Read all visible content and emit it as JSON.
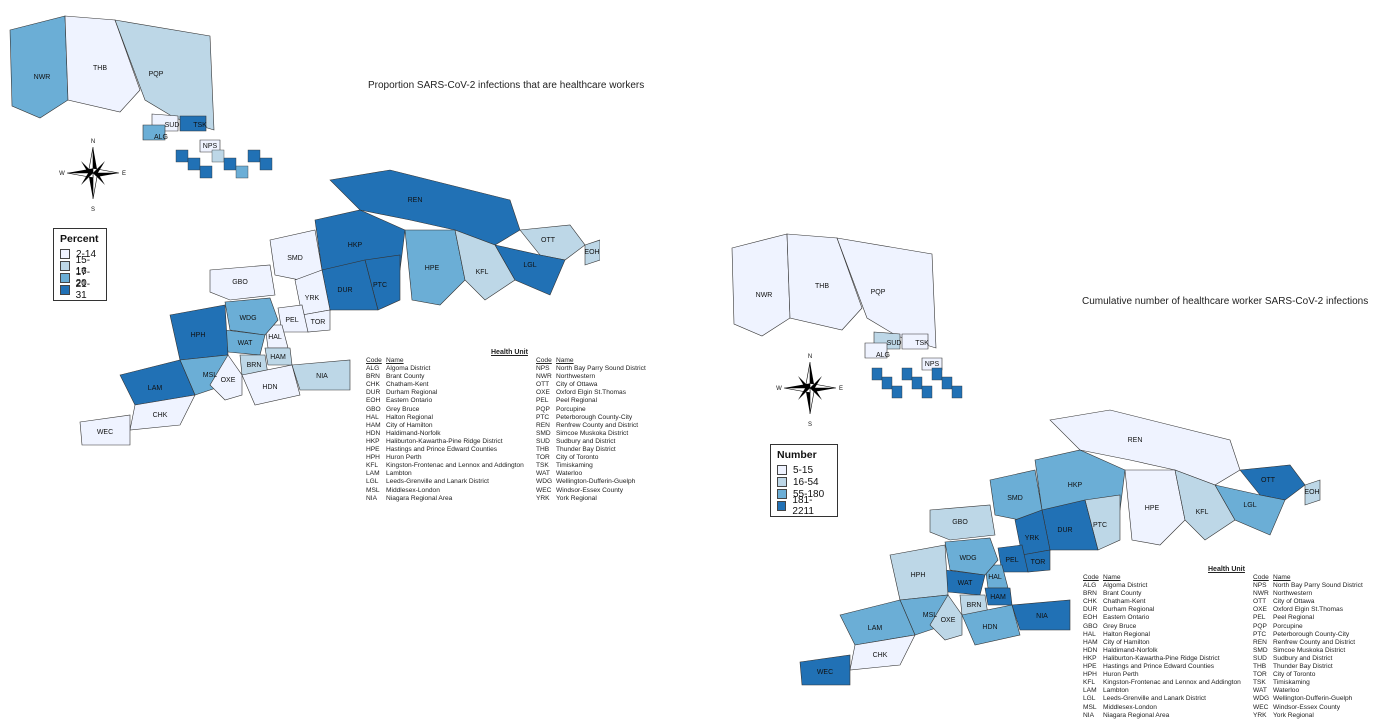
{
  "left": {
    "title": "Proportion SARS-CoV-2 infections that are healthcare workers",
    "legend": {
      "title": "Percent",
      "items": [
        {
          "label": "2-14",
          "color": "#eff3ff"
        },
        {
          "label": "15-16",
          "color": "#bdd7e7"
        },
        {
          "label": "17-20",
          "color": "#6baed6"
        },
        {
          "label": "21-31",
          "color": "#2171b5"
        }
      ]
    },
    "regions": [
      {
        "code": "NWR",
        "class": 3
      },
      {
        "code": "THB",
        "class": 1
      },
      {
        "code": "PQP",
        "class": 2
      },
      {
        "code": "SUD",
        "class": 1
      },
      {
        "code": "TSK",
        "class": 4
      },
      {
        "code": "ALG",
        "class": 3
      },
      {
        "code": "NPS",
        "class": 1
      },
      {
        "code": "REN",
        "class": 4
      },
      {
        "code": "OTT",
        "class": 2
      },
      {
        "code": "EOH",
        "class": 2
      },
      {
        "code": "HKP",
        "class": 4
      },
      {
        "code": "PTC",
        "class": 4
      },
      {
        "code": "HPE",
        "class": 3
      },
      {
        "code": "KFL",
        "class": 2
      },
      {
        "code": "LGL",
        "class": 4
      },
      {
        "code": "SMD",
        "class": 1
      },
      {
        "code": "GBO",
        "class": 1
      },
      {
        "code": "DUR",
        "class": 4
      },
      {
        "code": "YRK",
        "class": 1
      },
      {
        "code": "TOR",
        "class": 1
      },
      {
        "code": "PEL",
        "class": 1
      },
      {
        "code": "HAL",
        "class": 1
      },
      {
        "code": "WDG",
        "class": 3
      },
      {
        "code": "WAT",
        "class": 3
      },
      {
        "code": "HPH",
        "class": 4
      },
      {
        "code": "HAM",
        "class": 2
      },
      {
        "code": "BRN",
        "class": 2
      },
      {
        "code": "NIA",
        "class": 2
      },
      {
        "code": "MSL",
        "class": 3
      },
      {
        "code": "OXE",
        "class": 1
      },
      {
        "code": "HDN",
        "class": 1
      },
      {
        "code": "LAM",
        "class": 4
      },
      {
        "code": "CHK",
        "class": 1
      },
      {
        "code": "WEC",
        "class": 1
      }
    ]
  },
  "right": {
    "title": "Cumulative number of healthcare worker SARS-CoV-2 infections",
    "legend": {
      "title": "Number",
      "items": [
        {
          "label": "5-15",
          "color": "#eff3ff"
        },
        {
          "label": "16-54",
          "color": "#bdd7e7"
        },
        {
          "label": "55-180",
          "color": "#6baed6"
        },
        {
          "label": "181-2211",
          "color": "#2171b5"
        }
      ]
    },
    "regions": [
      {
        "code": "NWR",
        "class": 1
      },
      {
        "code": "THB",
        "class": 1
      },
      {
        "code": "PQP",
        "class": 1
      },
      {
        "code": "SUD",
        "class": 2
      },
      {
        "code": "TSK",
        "class": 1
      },
      {
        "code": "ALG",
        "class": 1
      },
      {
        "code": "NPS",
        "class": 1
      },
      {
        "code": "REN",
        "class": 1
      },
      {
        "code": "OTT",
        "class": 4
      },
      {
        "code": "EOH",
        "class": 2
      },
      {
        "code": "SMD",
        "class": 3
      },
      {
        "code": "HKP",
        "class": 3
      },
      {
        "code": "HPE",
        "class": 1
      },
      {
        "code": "KFL",
        "class": 2
      },
      {
        "code": "LGL",
        "class": 3
      },
      {
        "code": "PTC",
        "class": 2
      },
      {
        "code": "GBO",
        "class": 2
      },
      {
        "code": "YRK",
        "class": 4
      },
      {
        "code": "DUR",
        "class": 4
      },
      {
        "code": "TOR",
        "class": 4
      },
      {
        "code": "PEL",
        "class": 4
      },
      {
        "code": "WDG",
        "class": 3
      },
      {
        "code": "HPH",
        "class": 2
      },
      {
        "code": "WAT",
        "class": 4
      },
      {
        "code": "HAL",
        "class": 3
      },
      {
        "code": "HAM",
        "class": 4
      },
      {
        "code": "BRN",
        "class": 2
      },
      {
        "code": "NIA",
        "class": 4
      },
      {
        "code": "LAM",
        "class": 3
      },
      {
        "code": "MSL",
        "class": 3
      },
      {
        "code": "OXE",
        "class": 2
      },
      {
        "code": "HDN",
        "class": 3
      },
      {
        "code": "CHK",
        "class": 1
      },
      {
        "code": "WEC",
        "class": 4
      }
    ]
  },
  "compass": {
    "n": "N",
    "s": "S",
    "e": "E",
    "w": "W"
  },
  "health_unit": {
    "title": "Health Unit",
    "code_header": "Code",
    "name_header": "Name",
    "col1": [
      [
        "ALG",
        "Algoma District"
      ],
      [
        "BRN",
        "Brant County"
      ],
      [
        "CHK",
        "Chatham-Kent"
      ],
      [
        "DUR",
        "Durham Regional"
      ],
      [
        "EOH",
        "Eastern Ontario"
      ],
      [
        "GBO",
        "Grey Bruce"
      ],
      [
        "HAL",
        "Halton Regional"
      ],
      [
        "HAM",
        "City of Hamilton"
      ],
      [
        "HDN",
        "Haldimand-Norfolk"
      ],
      [
        "HKP",
        "Haliburton-Kawartha-Pine Ridge District"
      ],
      [
        "HPE",
        "Hastings and Prince Edward Counties"
      ],
      [
        "HPH",
        "Huron Perth"
      ],
      [
        "KFL",
        "Kingston-Frontenac and Lennox and Addington"
      ],
      [
        "LAM",
        "Lambton"
      ],
      [
        "LGL",
        "Leeds-Grenville and Lanark District"
      ],
      [
        "MSL",
        "Middlesex-London"
      ],
      [
        "NIA",
        "Niagara Regional Area"
      ]
    ],
    "col2": [
      [
        "NPS",
        "North Bay Parry Sound District"
      ],
      [
        "NWR",
        "Northwestern"
      ],
      [
        "OTT",
        "City of Ottawa"
      ],
      [
        "OXE",
        "Oxford Elgin St.Thomas"
      ],
      [
        "PEL",
        "Peel Regional"
      ],
      [
        "PQP",
        "Porcupine"
      ],
      [
        "PTC",
        "Peterborough County-City"
      ],
      [
        "REN",
        "Renfrew County and District"
      ],
      [
        "SMD",
        "Simcoe Muskoka District"
      ],
      [
        "SUD",
        "Sudbury and District"
      ],
      [
        "THB",
        "Thunder Bay District"
      ],
      [
        "TOR",
        "City of Toronto"
      ],
      [
        "TSK",
        "Timiskaming"
      ],
      [
        "WAT",
        "Waterloo"
      ],
      [
        "WDG",
        "Wellington-Dufferin-Guelph"
      ],
      [
        "WEC",
        "Windsor-Essex County"
      ],
      [
        "YRK",
        "York Regional"
      ]
    ]
  }
}
